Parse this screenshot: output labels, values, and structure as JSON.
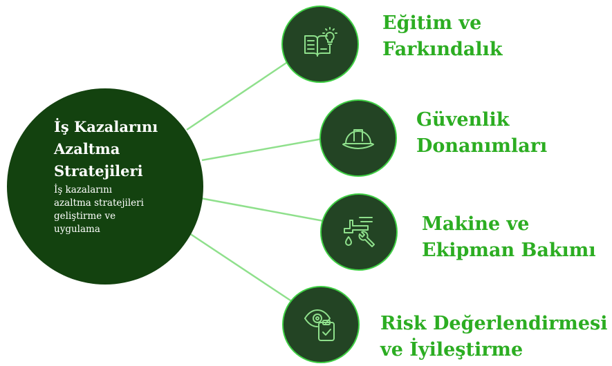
{
  "center": {
    "title_lines": [
      "İş Kazalarını",
      "Azaltma",
      "Stratejileri"
    ],
    "subtitle_lines": [
      "İş kazalarını",
      "azaltma stratejileri",
      "geliştirme ve",
      "uygulama"
    ]
  },
  "nodes": [
    {
      "icon": "book-lightbulb-icon",
      "label_lines": [
        "Eğitim ve",
        "Farkındalık"
      ]
    },
    {
      "icon": "hard-hat-icon",
      "label_lines": [
        "Güvenlik",
        "Donanımları"
      ]
    },
    {
      "icon": "faucet-wrench-icon",
      "label_lines": [
        "Makine ve",
        "Ekipman Bakımı"
      ]
    },
    {
      "icon": "eye-clipboard-icon",
      "label_lines": [
        "Risk Değerlendirmesi",
        "ve İyileştirme"
      ]
    }
  ],
  "colors": {
    "hub": "#13420f",
    "node_fill": "#234424",
    "node_stroke": "#3fcf44",
    "label": "#2cad22",
    "connector": "#8fe08c"
  }
}
